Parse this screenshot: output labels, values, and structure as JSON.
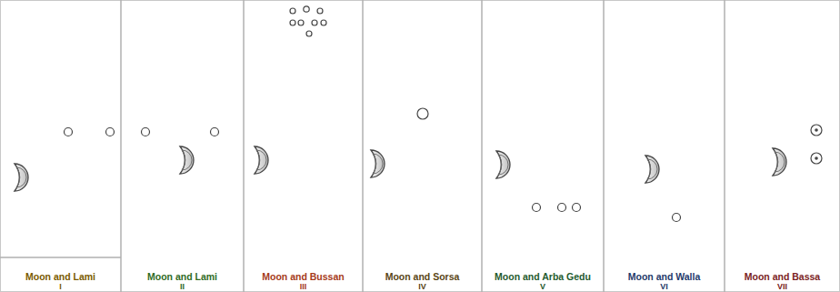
{
  "diagram": {
    "nodes": [
      {
        "text": [
          "Moon and Lami",
          "I"
        ]
      },
      {
        "text": [
          "Moon and Lami",
          "II"
        ]
      },
      {
        "text": [
          "Moon and Bussan",
          "III"
        ]
      },
      {
        "text": [
          "Moon and Sorsa",
          "IV"
        ]
      },
      {
        "text": [
          "Moon and Arba Gedu",
          "V"
        ]
      },
      {
        "text": [
          "Moon and Walla",
          "VI"
        ]
      },
      {
        "text": [
          "Moon and Bassa",
          "VII"
        ]
      }
    ]
  }
}
